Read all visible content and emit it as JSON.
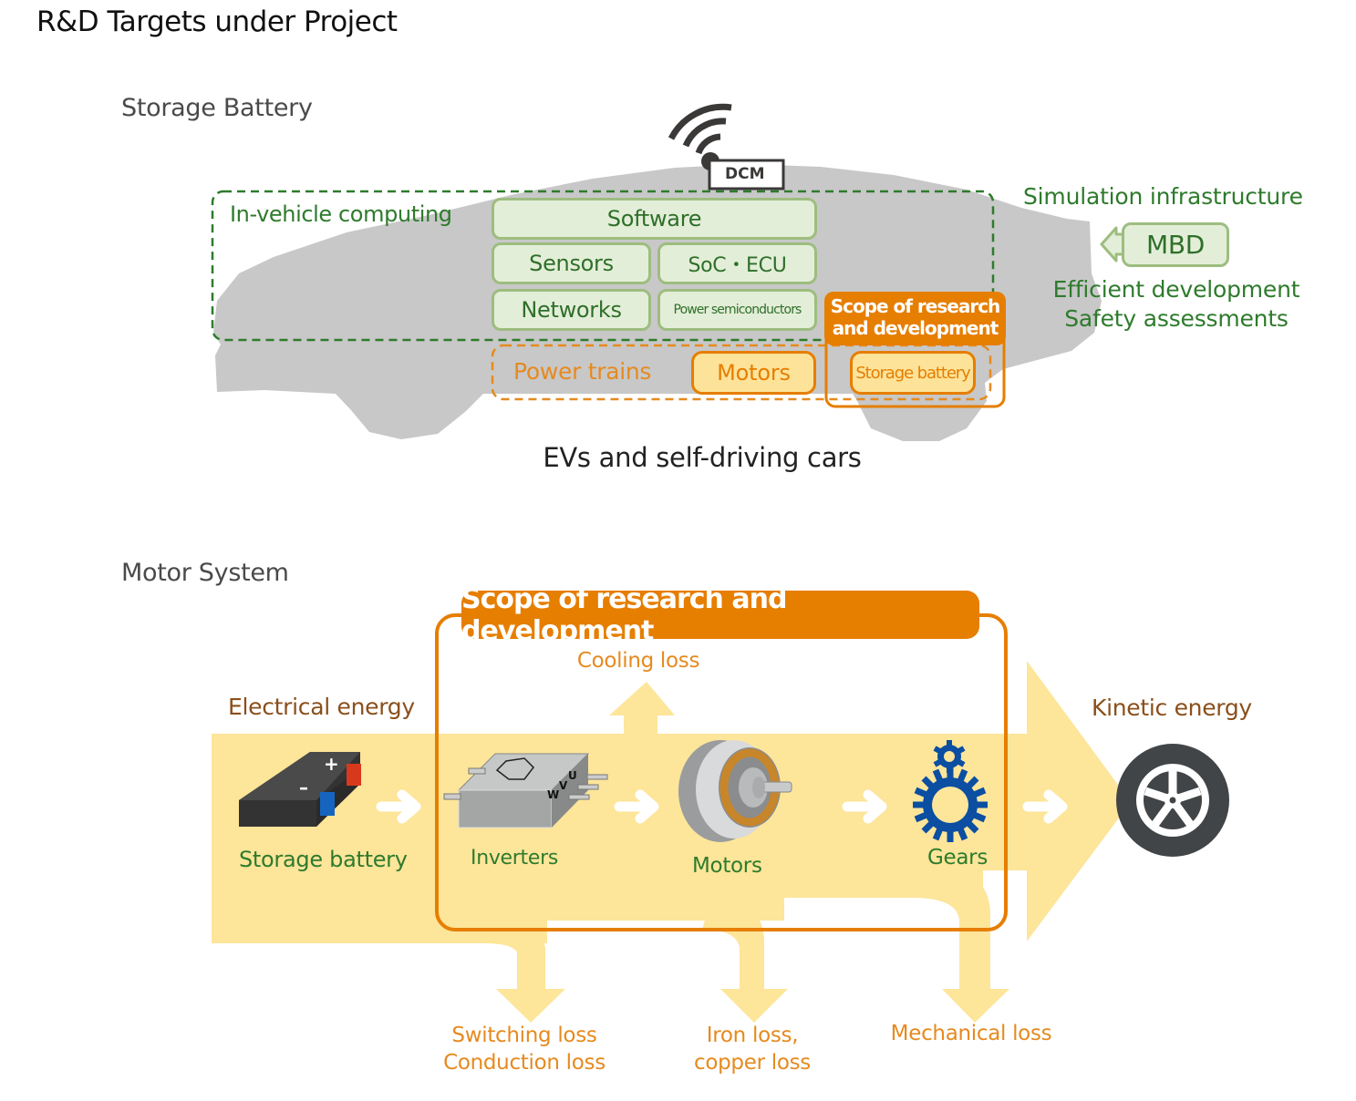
{
  "page_title": "R&D Targets under Project",
  "storage_battery_section": {
    "heading": "Storage Battery",
    "dcm_label": "DCM",
    "in_vehicle_computing_label": "In-vehicle computing",
    "computing_components": {
      "software": "Software",
      "sensors": "Sensors",
      "soc_ecu": "SoC・ECU",
      "networks": "Networks",
      "power_semiconductors": "Power semiconductors"
    },
    "power_trains_label": "Power trains",
    "motors_label": "Motors",
    "storage_battery_label": "Storage battery",
    "scope_badge": [
      "Scope of research",
      "and development"
    ],
    "simulation": {
      "heading": "Simulation infrastructure",
      "mbd_label": "MBD",
      "benefits": [
        "Efficient development",
        "Safety assessments"
      ]
    },
    "caption": "EVs and self-driving cars"
  },
  "motor_system_section": {
    "heading": "Motor System",
    "scope_banner": "Scope of research and development",
    "input_label": "Electrical energy",
    "output_label": "Kinetic energy",
    "flow_stages": [
      {
        "name": "Storage battery",
        "icon": "battery-icon"
      },
      {
        "name": "Inverters",
        "icon": "inverter-icon"
      },
      {
        "name": "Motors",
        "icon": "motor-icon"
      },
      {
        "name": "Gears",
        "icon": "gears-icon"
      },
      {
        "name": "",
        "icon": "wheel-icon"
      }
    ],
    "inverter_terminals": [
      "U",
      "V",
      "W"
    ],
    "losses": {
      "cooling": "Cooling loss",
      "switching": [
        "Switching loss",
        "Conduction loss"
      ],
      "iron_copper": [
        "Iron loss,",
        "copper loss"
      ],
      "mechanical": "Mechanical loss"
    }
  },
  "colors": {
    "green_text": "#2e7b2c",
    "green_box_fill": "#e3eed8",
    "green_box_border": "#9dbd7f",
    "orange": "#e67e00",
    "orange_text": "#e68a1f",
    "energy_band": "#fde59a",
    "car_silhouette": "#c8c8c8",
    "brown_text": "#8a4f1c",
    "gear_blue": "#0b4ea2"
  }
}
